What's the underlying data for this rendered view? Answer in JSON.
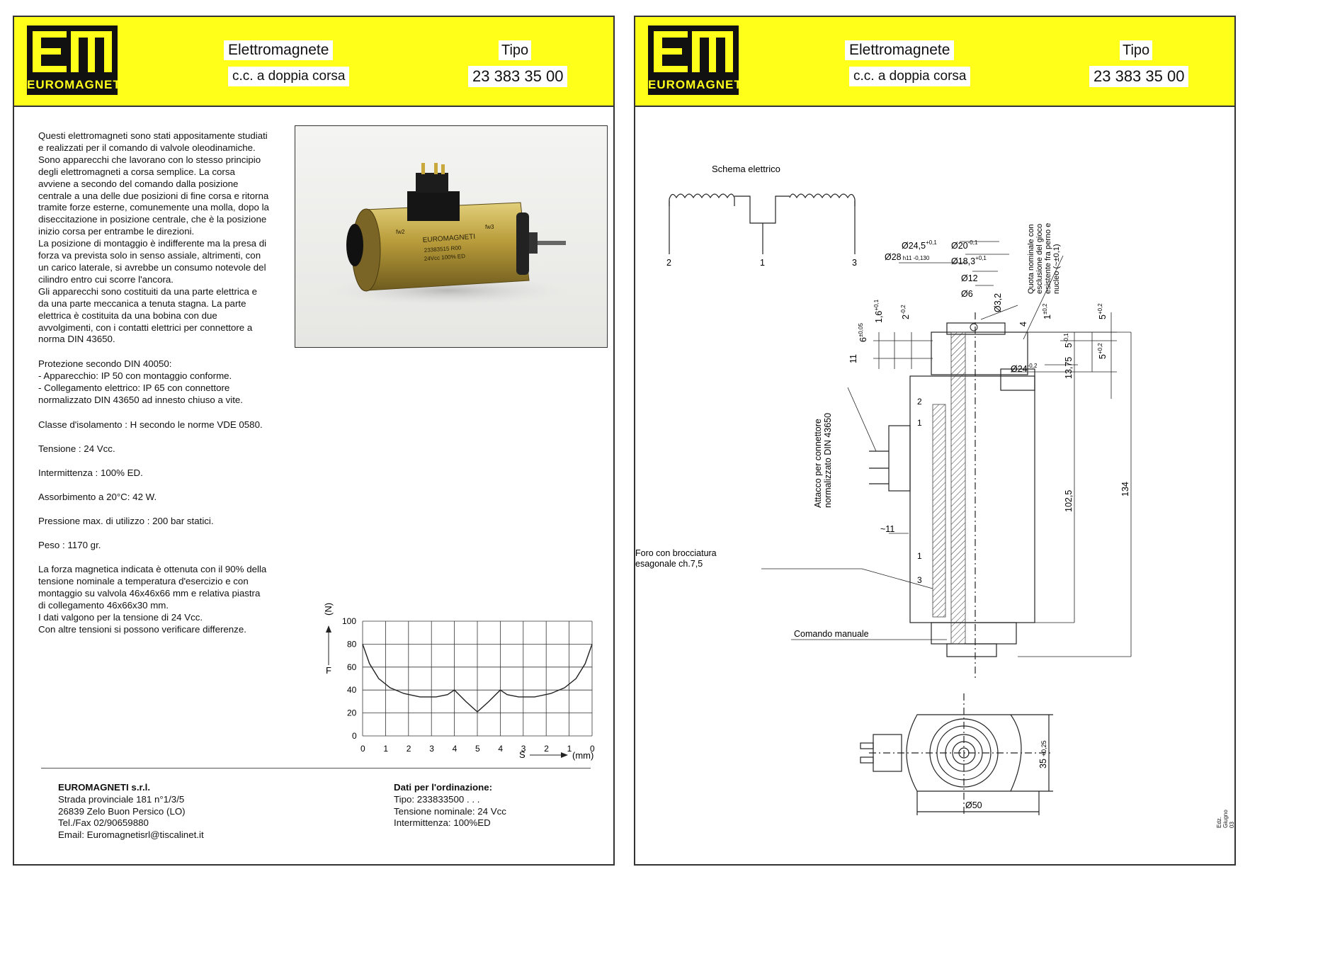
{
  "header": {
    "brand": "EUROMAGNETI",
    "title": "Elettromagnete",
    "subtitle": "c.c. a doppia corsa",
    "tipo_label": "Tipo",
    "tipo_value": "23 383 35 00"
  },
  "description": {
    "intro": "Questi elettromagneti sono stati appositamente studiati\ne realizzati per il comando di valvole oleodinamiche.\nSono apparecchi che lavorano con lo stesso principio\ndegli elettromagneti a corsa semplice. La corsa\navviene a secondo del comando dalla posizione\ncentrale a una delle due posizioni di fine corsa e ritorna\ntramite forze esterne, comunemente una molla, dopo la\ndiseccitazione in posizione centrale, che è la posizione\ninizio corsa per entrambe le direzioni.\nLa posizione di montaggio è indifferente ma la presa di\nforza va prevista solo in senso assiale, altrimenti, con\nun carico laterale, si avrebbe un consumo notevole del\ncilindro entro cui scorre l'ancora.\nGli apparecchi sono costituiti da una parte elettrica e\nda una parte meccanica a tenuta stagna. La parte\nelettrica è costituita da una bobina con due\navvolgimenti, con i contatti elettrici per connettore a\nnorma DIN 43650.",
    "protezione": "Protezione  secondo DIN 40050:\n- Apparecchio: IP 50 con montaggio conforme.\n- Collegamento elettrico: IP 65 con connettore\nnormalizzato DIN 43650 ad innesto chiuso a vite.",
    "classe": "Classe d'isolamento   : H secondo le norme VDE 0580.",
    "tensione": "Tensione : 24 Vcc.",
    "intermittenza": "Intermittenza  : 100% ED.",
    "assorbimento": "Assorbimento    a 20°C: 42 W.",
    "pressione": "Pressione max. di utilizzo    : 200 bar statici.",
    "peso": "Peso : 1170 gr.",
    "forza": "La forza magnetica indicata è ottenuta con il 90% della\ntensione nominale a temperatura d'esercizio e con\nmontaggio su valvola 46x46x66 mm e relativa piastra\ndi collegamento 46x66x30 mm.\nI dati valgono per la tensione di 24 Vcc.\nCon altre tensioni si possono verificare differenze."
  },
  "photo_labels": {
    "brand": "EUROMAGNETI",
    "code": "23383515 R00",
    "spec": "24Vcc  100% ED",
    "left_mark": "fw2",
    "right_mark": "fw3"
  },
  "chart_data": {
    "type": "line",
    "x_ticks": [
      "0",
      "1",
      "2",
      "3",
      "4",
      "5",
      "4",
      "3",
      "2",
      "1",
      "0"
    ],
    "y_ticks": [
      "0",
      "20",
      "40",
      "60",
      "80",
      "100"
    ],
    "x": [
      0,
      0.3,
      0.7,
      1.2,
      1.8,
      2.5,
      3.2,
      3.7,
      4,
      4.5,
      5,
      5.5,
      6,
      6.3,
      6.8,
      7.5,
      8.2,
      8.8,
      9.3,
      9.7,
      10
    ],
    "values": [
      80,
      63,
      50,
      42,
      37,
      34,
      34,
      36,
      40,
      30,
      21,
      30,
      40,
      36,
      34,
      34,
      37,
      42,
      50,
      63,
      80
    ],
    "xlabel": "S",
    "xunit": "(mm)",
    "ylabel": "F",
    "yunit": "(N)",
    "ylim": [
      0,
      100
    ],
    "xlim": [
      0,
      10
    ],
    "grid": true
  },
  "footer": {
    "company": "EUROMAGNETI s.r.l.",
    "address1": "Strada provinciale 181 n°1/3/5",
    "address2": "26839 Zelo Buon Persico (LO)",
    "phone": "Tel./Fax 02/90659880",
    "email": "Email: Euromagnetisrl@tiscalinet.it",
    "order_title": "Dati per l'ordinazione:",
    "order_tipo": "Tipo: 233833500 . . .",
    "order_tensione": "Tensione nominale: 24 Vcc",
    "order_intermittenza": "Intermittenza: 100%ED"
  },
  "drawing": {
    "schema_title": "Schema elettrico",
    "terminals": [
      "2",
      "1",
      "3"
    ],
    "dims": {
      "d245": "Ø24,5",
      "d245_tol": "+0,1",
      "d20": "Ø20",
      "d20_tol": "-0,1",
      "d28": "Ø28",
      "d28_tol": "h11 -0,130",
      "d183": "Ø18,3",
      "d183_tol": "+0,1",
      "d12": "Ø12",
      "d6": "Ø6",
      "d32": "Ø3,2",
      "d24": "Ø24",
      "d24_tol": "-0,2",
      "dim16": "1,6",
      "dim16_tol": "+0,1",
      "dim2": "2",
      "dim2_tol": "-0,2",
      "dim11": "11",
      "dim6": "6",
      "dim6_tol": "±0,05",
      "dim4": "4",
      "dim1": "1",
      "dim1_tol": "±0,2",
      "dim5a": "5",
      "dim5a_tol": "-0,1",
      "dim5b": "5",
      "dim5b_tol": "+0,2",
      "dim5c": "5",
      "dim5c_tol": "+0,2",
      "dim1375": "13,75",
      "dim1025": "102,5",
      "dim134": "134",
      "dim11b": "~11",
      "dim35": "35",
      "dim35_tol": "+0,25",
      "d50": "Ø50"
    },
    "quota_note": "Quota nominale con\nesclusione del gioco\nesistente fra perno e\nnucleo (~±0,1)",
    "attacco": "Attacco per connettore\nnormalizzato DIN 43650",
    "foro": "Foro con brocciatura\nesagonale ch.7,5",
    "comando": "Comando manuale",
    "coil_marks": [
      "2",
      "1",
      "1",
      "3"
    ],
    "edition": "Edz. Giugno 03"
  },
  "colors": {
    "header_yellow": "#ffff1a",
    "logo_black": "#111111",
    "brass": "#b89b3a"
  }
}
